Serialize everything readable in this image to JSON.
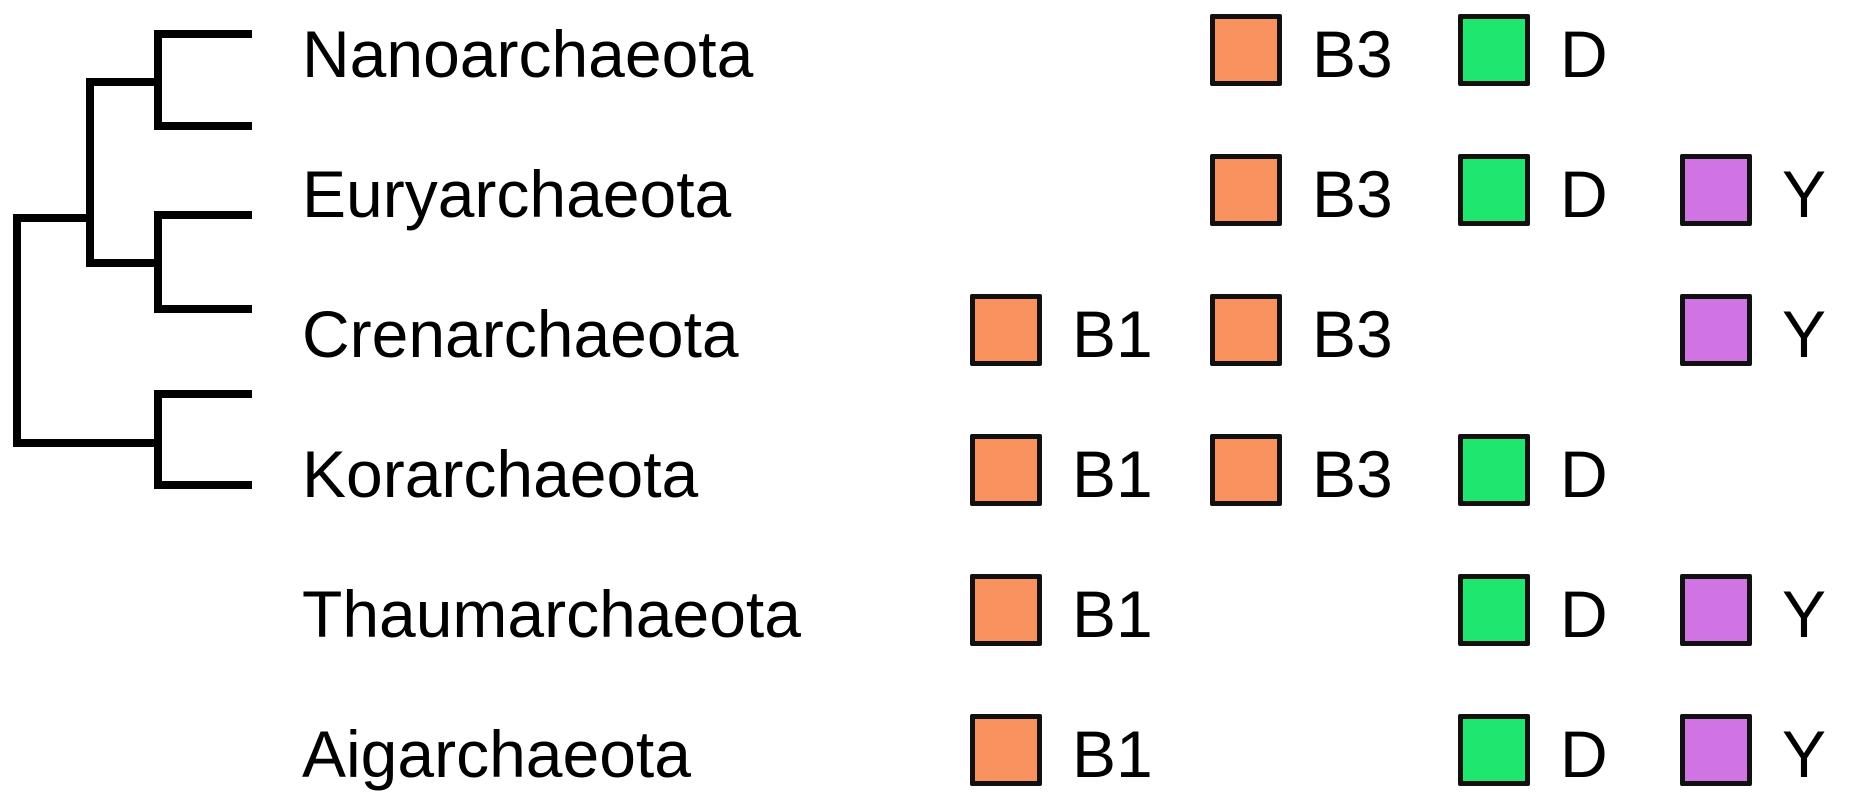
{
  "diagram": {
    "type": "phylogenetic-tree-with-gene-markers",
    "tree": {
      "newick": "(((Nanoarchaeota,Euryarchaeota),(Crenarchaeota,Korarchaeota)),(Thaumarchaeota,Aigarchaeota))"
    },
    "marker_types": [
      {
        "id": "B1",
        "label": "B1",
        "color": "#f9925f",
        "column": 0
      },
      {
        "id": "B3",
        "label": "B3",
        "color": "#f9925f",
        "column": 1
      },
      {
        "id": "D",
        "label": "D",
        "color": "#1fe66e",
        "column": 2
      },
      {
        "id": "Y",
        "label": "Y",
        "color": "#d073e3",
        "column": 3
      }
    ],
    "taxa": [
      {
        "name": "Nanoarchaeota",
        "markers": [
          "B3",
          "D"
        ]
      },
      {
        "name": "Euryarchaeota",
        "markers": [
          "B3",
          "D",
          "Y"
        ]
      },
      {
        "name": "Crenarchaeota",
        "markers": [
          "B1",
          "B3",
          "Y"
        ]
      },
      {
        "name": "Korarchaeota",
        "markers": [
          "B1",
          "B3",
          "D"
        ]
      },
      {
        "name": "Thaumarchaeota",
        "markers": [
          "B1",
          "D",
          "Y"
        ]
      },
      {
        "name": "Aigarchaeota",
        "markers": [
          "B1",
          "D",
          "Y"
        ]
      }
    ]
  }
}
